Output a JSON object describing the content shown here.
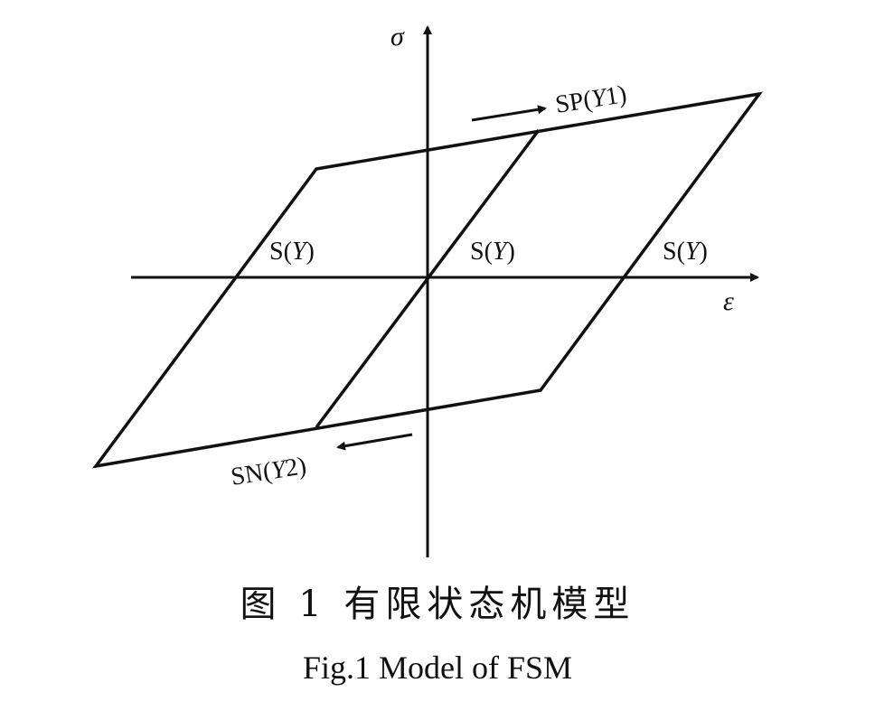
{
  "axes": {
    "y_label": "σ",
    "x_label": "ε"
  },
  "labels": {
    "sp": "SP(Y1)",
    "sn": "SN(Y2)",
    "s_left": "S(Y)",
    "s_center": "S(Y)",
    "s_right": "S(Y)"
  },
  "caption": {
    "chinese": "图 1   有限状态机模型",
    "english": "Fig.1   Model of FSM"
  }
}
